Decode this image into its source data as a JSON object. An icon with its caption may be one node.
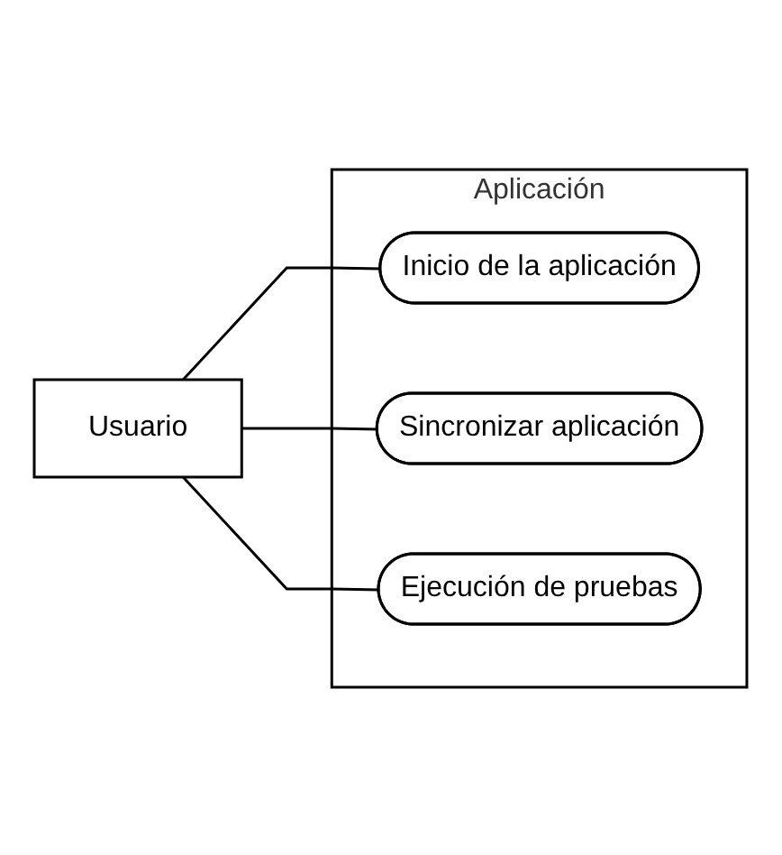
{
  "diagram": {
    "nodes": [
      {
        "text": [
          "Usuario"
        ]
      },
      {
        "text": [
          "Aplicación"
        ]
      },
      {
        "text": [
          "Inicio de la aplicación"
        ],
        "in": 1
      },
      {
        "text": [
          "Sincronizar aplicación"
        ],
        "in": 1
      },
      {
        "text": [
          "Ejecución de pruebas"
        ],
        "in": 1
      }
    ],
    "edges": [
      {
        "from": 0,
        "to": 2,
        "arrow": "none"
      },
      {
        "from": 0,
        "to": 3,
        "arrow": "none"
      },
      {
        "from": 0,
        "to": 4,
        "arrow": "none"
      }
    ]
  }
}
